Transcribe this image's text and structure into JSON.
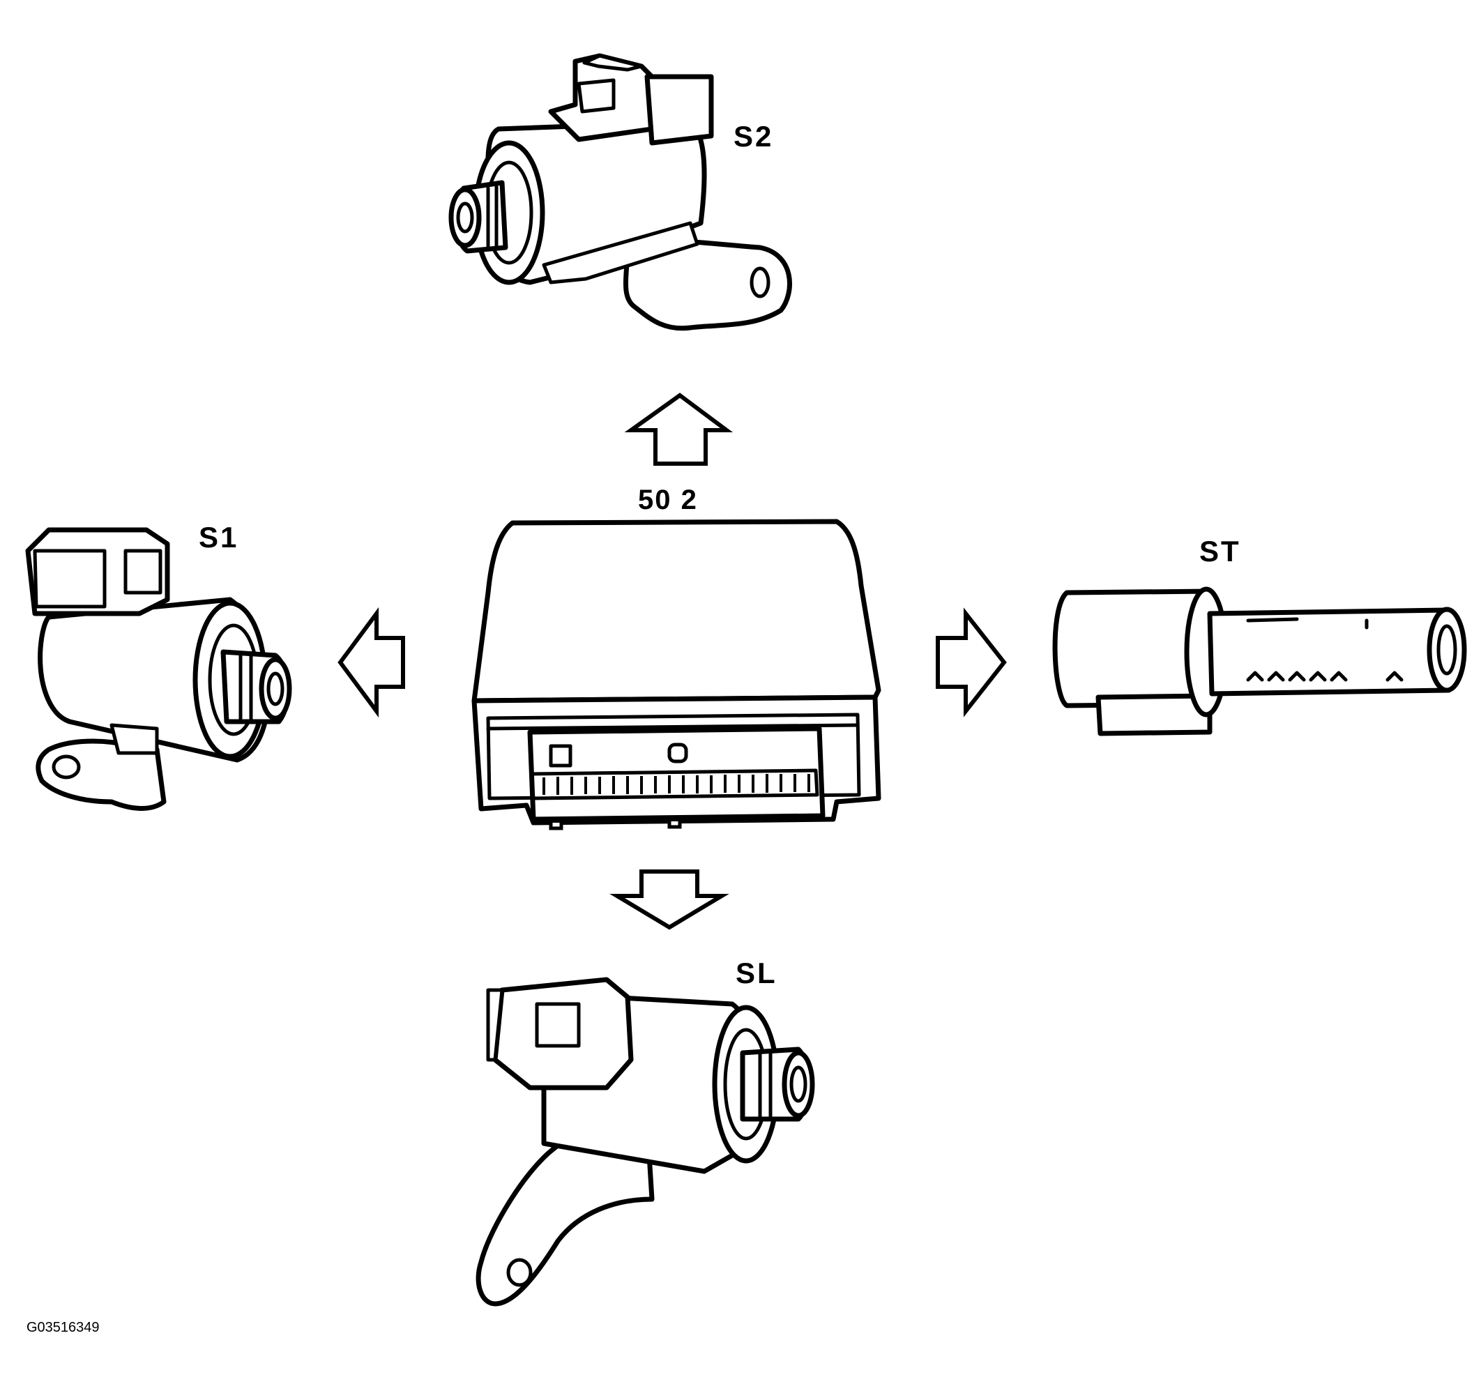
{
  "diagram": {
    "labels": {
      "s2": "S2",
      "s1": "S1",
      "st": "ST",
      "sl": "SL",
      "ecu": "50 2",
      "figure_code": "G03516349"
    },
    "arrows": [
      "up",
      "left",
      "right",
      "down"
    ]
  }
}
